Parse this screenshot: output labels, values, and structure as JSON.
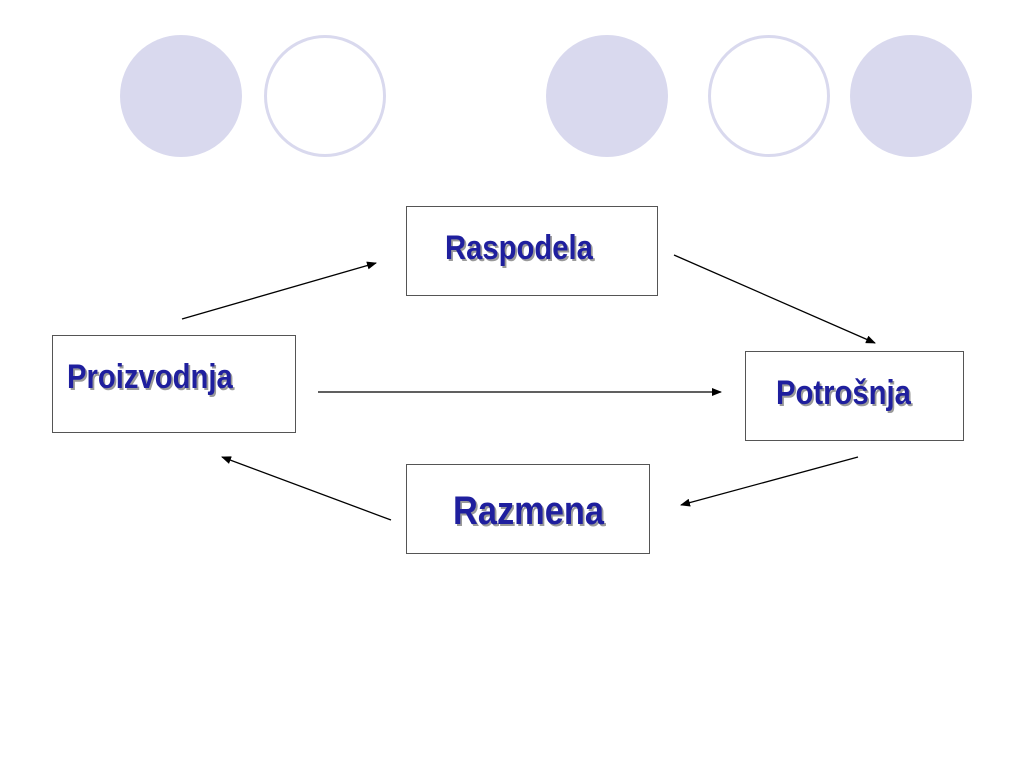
{
  "decorations": {
    "circle_color": "#d9d9ee",
    "circles": [
      "filled",
      "outline",
      "filled",
      "outline",
      "filled"
    ]
  },
  "nodes": {
    "raspodela": "Raspodela",
    "proizvodnja": "Proizvodnja",
    "potrosnja": "Potrošnja",
    "razmena": "Razmena"
  },
  "edges": [
    {
      "from": "proizvodnja",
      "to": "raspodela"
    },
    {
      "from": "raspodela",
      "to": "potrosnja"
    },
    {
      "from": "proizvodnja",
      "to": "potrosnja"
    },
    {
      "from": "potrosnja",
      "to": "razmena"
    },
    {
      "from": "razmena",
      "to": "proizvodnja"
    }
  ],
  "colors": {
    "label_text": "#1f1f9e",
    "label_shadow": "#9a9a9a",
    "arrow": "#000000"
  }
}
